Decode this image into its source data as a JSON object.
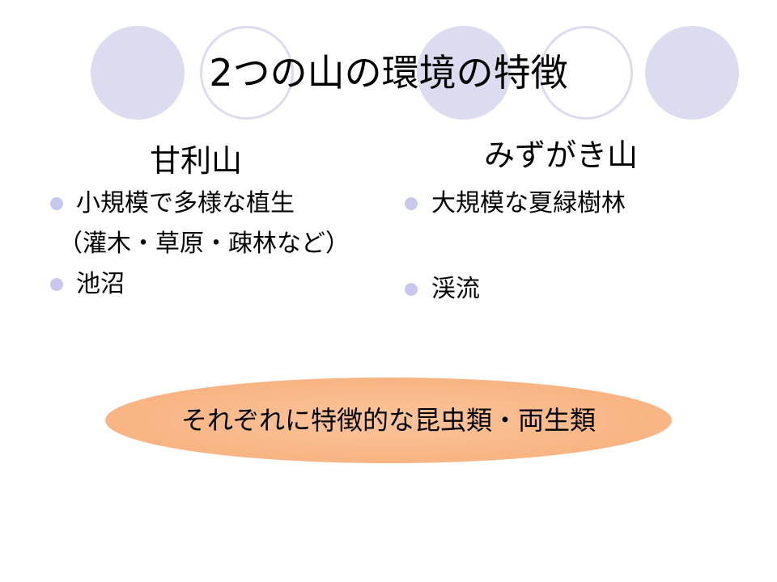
{
  "title": "2つの山の環境の特徴",
  "left": {
    "heading": "甘利山",
    "items": [
      "小規模で多様な植生",
      "（灌木・草原・疎林など）",
      "池沼"
    ]
  },
  "right": {
    "heading": "みずがき山",
    "items": [
      "大規模な夏緑樹林",
      "渓流"
    ]
  },
  "callout": "それぞれに特徴的な昆虫類・両生類",
  "colors": {
    "circle": "#dcdcf0",
    "bullet": "#c8c8ee",
    "oval": "#f7ad78"
  }
}
